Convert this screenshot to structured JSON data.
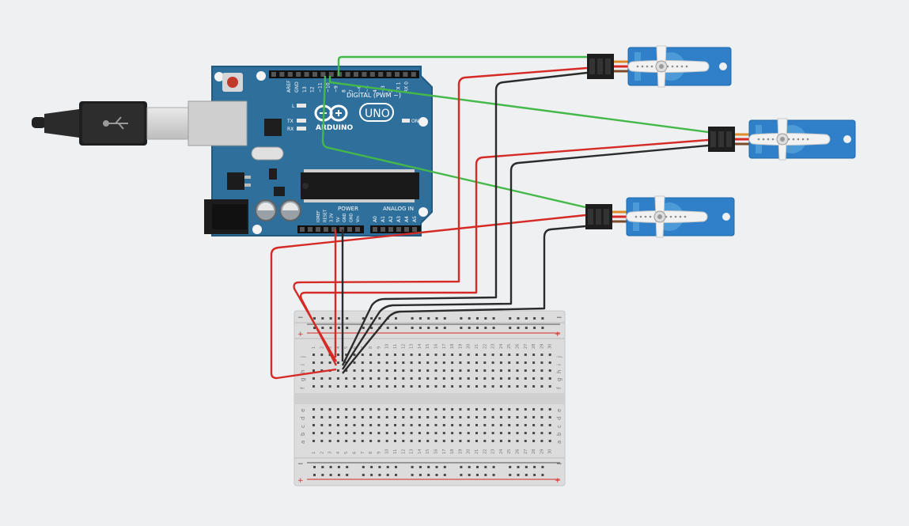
{
  "arduino": {
    "logo_text": "ARDUINO",
    "model": "UNO",
    "digital_label": "DIGITAL (PWM ~)",
    "power_label": "POWER",
    "analog_label": "ANALOG IN",
    "led_labels": [
      "L",
      "TX",
      "RX"
    ],
    "on_label": "ON",
    "digital_pins": [
      "AREF",
      "GND",
      "13",
      "12",
      "~11",
      "~10",
      "~9",
      "8",
      "7",
      "~6",
      "~5",
      "4",
      "~3",
      "2",
      "TX 1",
      "RX 0"
    ],
    "power_pins": [
      "IOREF",
      "RESET",
      "3.3V",
      "5V",
      "GND",
      "GND",
      "Vin"
    ],
    "analog_pins": [
      "A0",
      "A1",
      "A2",
      "A3",
      "A4",
      "A5"
    ]
  },
  "breadboard": {
    "plus": "+",
    "minus": "−",
    "upper_rows": [
      "j",
      "i",
      "h",
      "g",
      "f"
    ],
    "lower_rows": [
      "e",
      "d",
      "c",
      "b",
      "a"
    ],
    "columns": [
      "1",
      "2",
      "3",
      "4",
      "5",
      "6",
      "7",
      "8",
      "9",
      "10",
      "11",
      "12",
      "13",
      "14",
      "15",
      "16",
      "17",
      "18",
      "19",
      "20",
      "21",
      "22",
      "23",
      "24",
      "25",
      "26",
      "27",
      "28",
      "29",
      "30"
    ]
  },
  "servos": [
    {
      "id": "servo-1"
    },
    {
      "id": "servo-2"
    },
    {
      "id": "servo-3"
    }
  ],
  "colors": {
    "background": "#eef0f2",
    "board": "#2f6f9b",
    "servo_body": "#2f80c8",
    "wire_red": "#d62a26",
    "wire_black": "#2b2b2b",
    "wire_green": "#45b84a",
    "breadboard": "#dcdcdc"
  }
}
